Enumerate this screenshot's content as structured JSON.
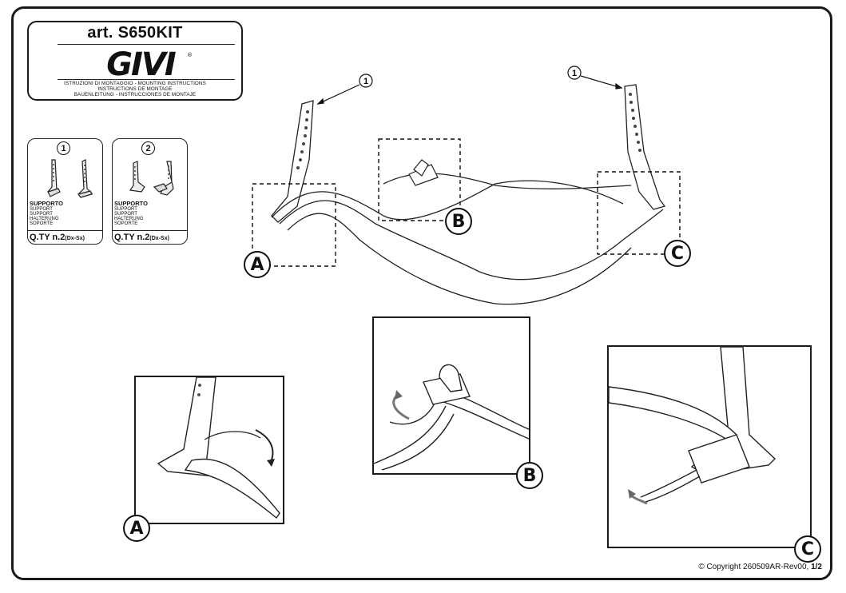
{
  "header": {
    "article": "art. S650KIT",
    "brand": "GIVI",
    "instructions": [
      "ISTRUZIONI DI MONTAGGIO - MOUNTING INSTRUCTIONS",
      "INSTRUCTIONS DE MONTAGE",
      "BAUENLEITUNG - INSTRUCCIONES DE MONTAJE"
    ]
  },
  "parts": [
    {
      "number": "1",
      "name": "SUPPORTO",
      "translations": [
        "SUPPORT",
        "SUPPORT",
        "HALTERUNG",
        "SOPORTE"
      ],
      "qty": "Q.TY n.2",
      "qty_note": "(Dx-Sx)"
    },
    {
      "number": "2",
      "name": "SUPPORTO",
      "translations": [
        "SUPPORT",
        "SUPPORT",
        "HALTERUNG",
        "SOPORTE"
      ],
      "qty": "Q.TY n.2",
      "qty_note": "(Dx-Sx)"
    }
  ],
  "diagram": {
    "callout_left": "1",
    "callout_right": "1",
    "label_a": "A",
    "label_b": "B",
    "label_c": "C"
  },
  "details": {
    "a": "A",
    "b": "B",
    "c": "C"
  },
  "footer": {
    "copyright": "© Copyright 260509AR-Rev00,",
    "page": "1/2"
  }
}
